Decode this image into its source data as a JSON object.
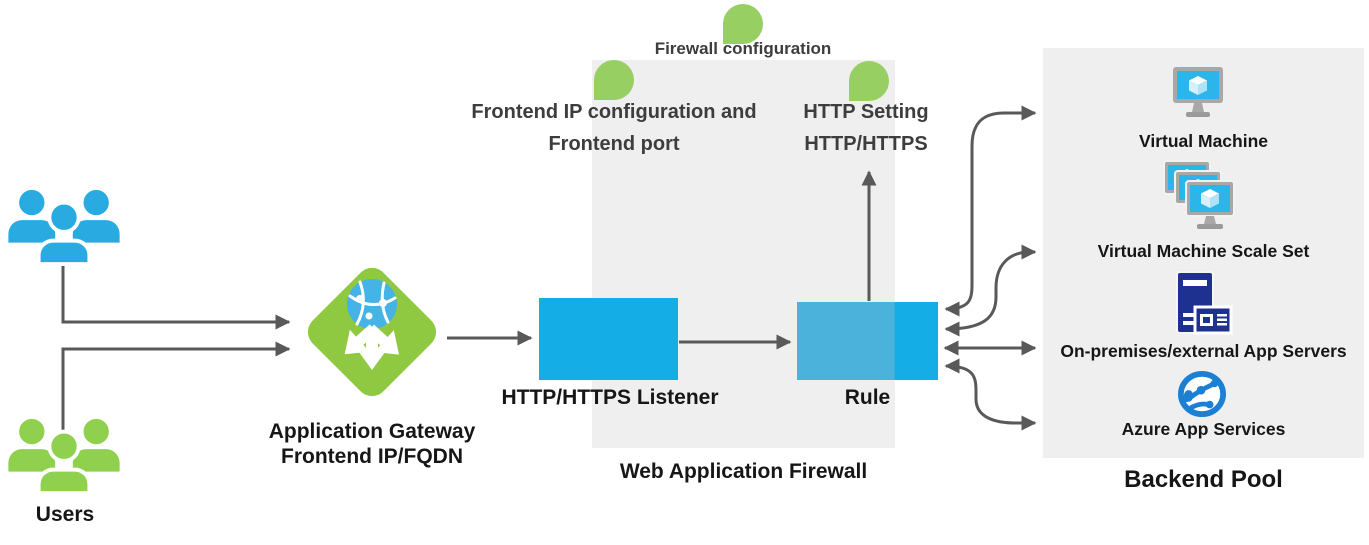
{
  "users": {
    "label": "Users"
  },
  "gateway": {
    "line1": "Application Gateway",
    "line2": "Frontend IP/FQDN"
  },
  "annotations": {
    "firewall": "Firewall configuration",
    "frontend1": "Frontend IP configuration and",
    "frontend2": "Frontend port",
    "http_setting1": "HTTP Setting",
    "http_setting2": "HTTP/HTTPS"
  },
  "listener": {
    "label": "HTTP/HTTPS Listener"
  },
  "rule": {
    "label": "Rule"
  },
  "waf": {
    "label": "Web Application Firewall"
  },
  "backend_pool": {
    "label": "Backend Pool",
    "items": [
      {
        "label": "Virtual Machine",
        "icon": "virtual-machine-icon"
      },
      {
        "label": "Virtual Machine Scale Set",
        "icon": "vm-scale-set-icon"
      },
      {
        "label": "On-premises/external App Servers",
        "icon": "app-server-icon"
      },
      {
        "label": "Azure App Services",
        "icon": "azure-app-services-icon"
      }
    ]
  },
  "colors": {
    "accent_blue": "#14ade6",
    "rule_muted_blue": "#4bb2dc",
    "users_blue": "#29abe2",
    "gateway_green": "#8fc841",
    "users_green": "#8fd04e",
    "leaf_green": "#98cf63",
    "globe_blue": "#45b3e6",
    "screen_cyan": "#2bb5e8",
    "monitor_gray": "#a8a8a8",
    "stand_gray": "#9a9a9a",
    "navy": "#1e3191",
    "app_service_blue": "#1b80d4",
    "arrow_gray": "#595959",
    "panel_gray": "#efefef"
  }
}
